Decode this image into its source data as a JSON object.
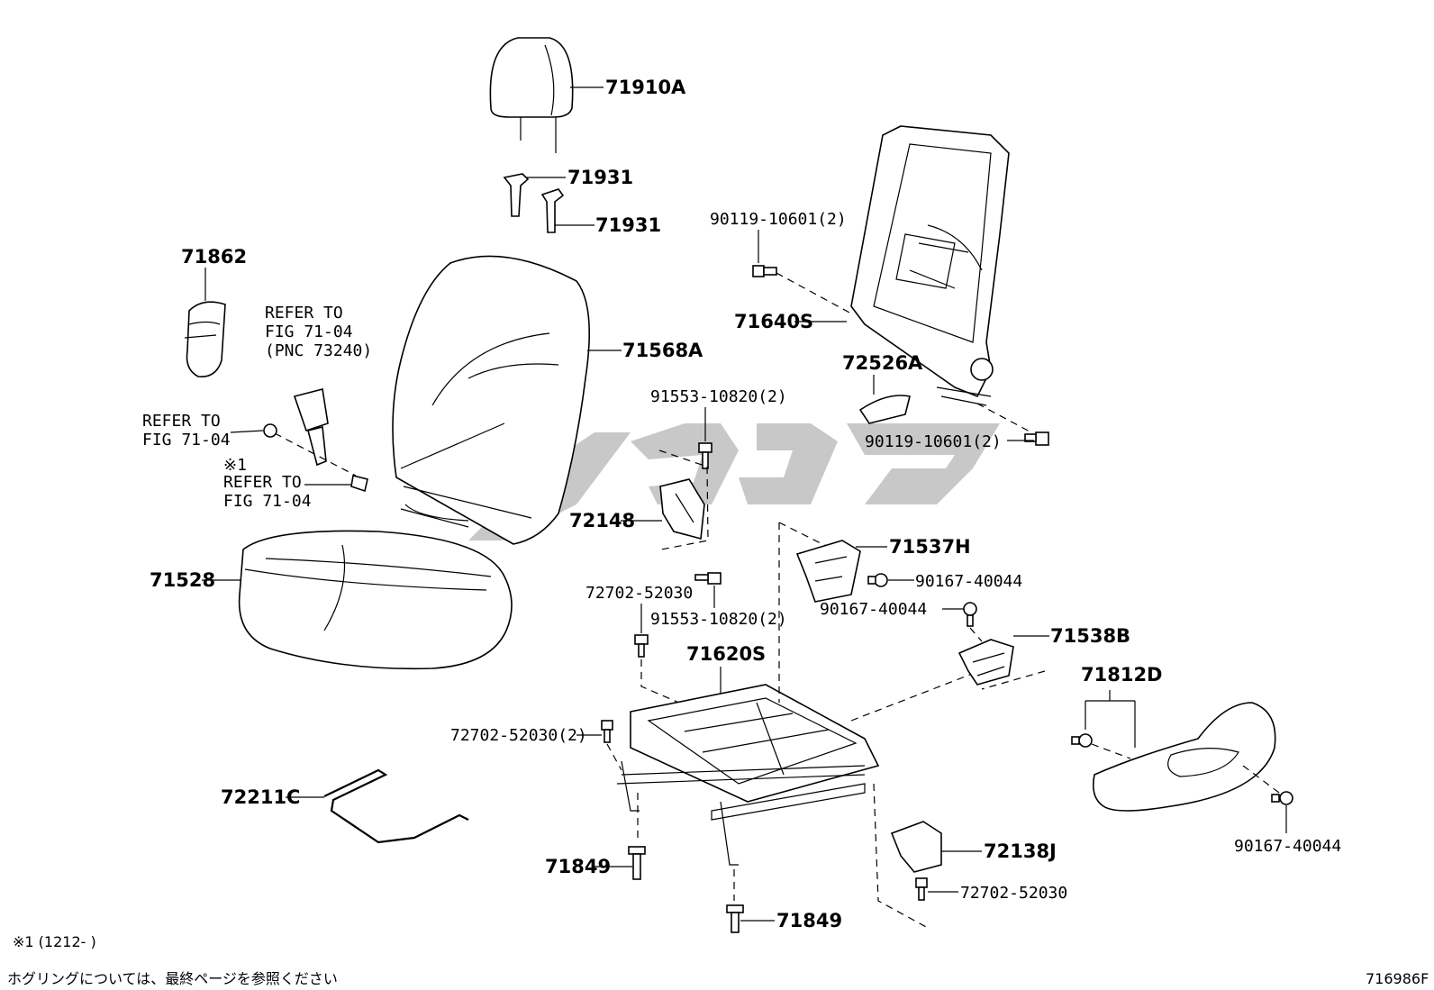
{
  "parts": {
    "headrest": "71910A",
    "headrest_support_1": "71931",
    "headrest_support_2": "71931",
    "side_cover": "71862",
    "refer_belt_line1": "REFER TO",
    "refer_belt_line2": "FIG 71-04",
    "refer_belt_line3": "(PNC 73240)",
    "seatback_cover": "71568A",
    "refer_left_line1": "REFER TO",
    "refer_left_line2": "FIG 71-04",
    "note_mark": "※1",
    "refer_mid_line1": "REFER TO",
    "refer_mid_line2": "FIG 71-04",
    "cushion": "71528",
    "bolt_91553_top": "91553-10820(2)",
    "bracket_72148": "72148",
    "bolt_91553_bottom": "91553-10820(2)",
    "bolt_72702_top": "72702-52030",
    "frame_71620S": "71620S",
    "bolt_72702_side": "72702-52030(2)",
    "wire_72211C": "72211C",
    "pin_71849_left": "71849",
    "pin_71849_bottom": "71849",
    "bolt_90119_top": "90119-10601(2)",
    "back_frame": "71640S",
    "cover_72526A": "72526A",
    "bolt_90119_bottom": "90119-10601(2)",
    "cover_71537H": "71537H",
    "screw_90167_a": "90167-40044",
    "screw_90167_b": "90167-40044",
    "cover_71538B": "71538B",
    "shield_71812D": "71812D",
    "screw_90167_c": "90167-40044",
    "cover_72138J": "72138J",
    "bolt_72702_bottom": "72702-52030"
  },
  "footer": {
    "note_range": "※1 (1212-      )",
    "hog_ring_note": "ホグリングについては、最終ページを参照ください",
    "figure_code": "716986F"
  }
}
